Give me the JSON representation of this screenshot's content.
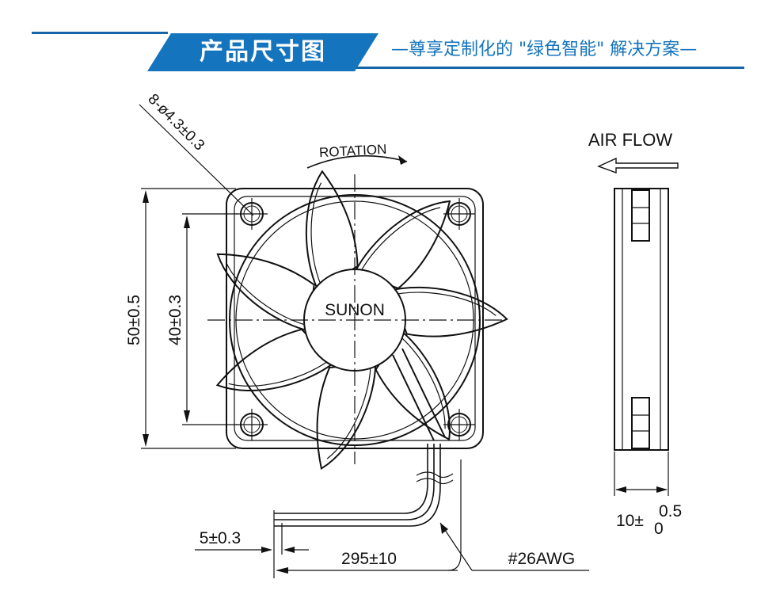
{
  "header": {
    "title": "产品尺寸图",
    "slogan": "—尊享定制化的 \"绿色智能\" 解决方案—"
  },
  "drawing": {
    "hole_spec": "8-ø4.3±0.3",
    "rotation_label": "ROTATION",
    "brand": "SUNON",
    "airflow_label": "AIR FLOW",
    "outer_dim": "50±0.5",
    "hole_pitch_dim": "40±0.3",
    "thickness_base": "10±",
    "thickness_upper": "0.5",
    "thickness_lower": "0",
    "strip_dim": "5±0.3",
    "lead_length_dim": "295±10",
    "wire_gauge": "#26AWG"
  },
  "colors": {
    "brand_blue": "#1474bd",
    "line_blue": "#1565a8"
  }
}
